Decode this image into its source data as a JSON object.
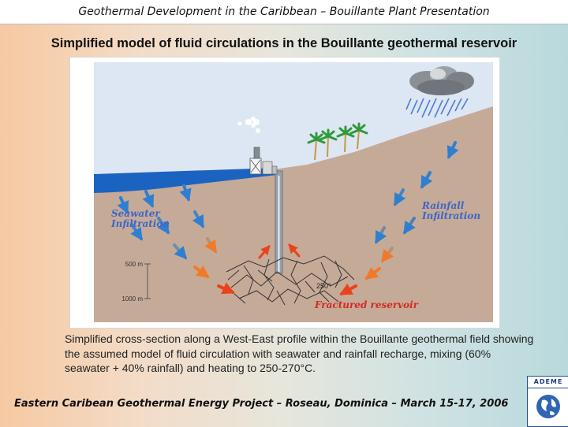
{
  "header": {
    "title": "Geothermal Development in the Caribbean – Bouillante Plant Presentation"
  },
  "slide": {
    "title": "Simplified model of fluid circulations in the Bouillante geothermal reservoir"
  },
  "diagram": {
    "labels": {
      "seawater": [
        "Seawater",
        "Infiltration"
      ],
      "rainfall": [
        "Rainfall",
        "Infiltration"
      ],
      "depth_500": "500 m",
      "depth_1000": "1000 m",
      "temperature": "250°",
      "reservoir": "Fractured reservoir"
    },
    "colors": {
      "sky": "#dde6f3",
      "ground": "#c6aa98",
      "sea": "#1b63c0",
      "cold_arrow": "#2f7fd1",
      "hot_arrow": "#f07a2a",
      "hot_arrow_deep": "#e8431c",
      "label_blue": "#3d66c8",
      "label_red": "#d42a1f"
    }
  },
  "caption": {
    "text": "Simplified cross-section along a West-East profile within the Bouillante geothermal field showing the assumed model of fluid circulation with seawater and rainfall recharge, mixing (60% seawater + 40% rainfall) and heating to 250-270°C."
  },
  "footer": {
    "text": "Eastern Caribean Geothermal Energy Project – Roseau, Dominica – March 15-17, 2006"
  },
  "logo": {
    "text": "ADEME",
    "icon": "globe-icon"
  }
}
